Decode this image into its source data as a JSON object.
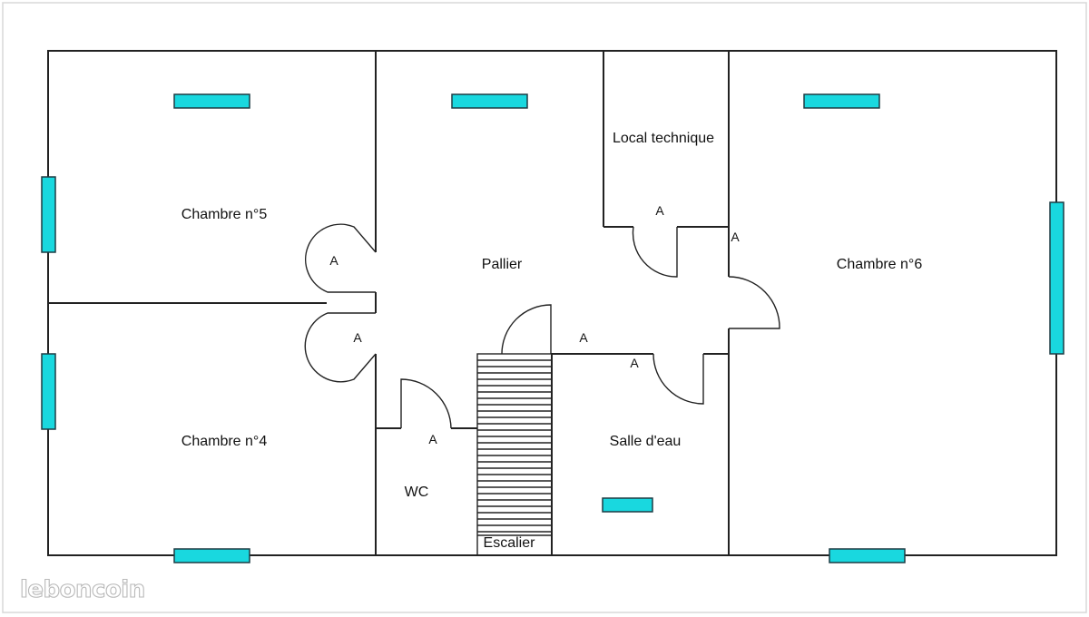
{
  "rooms": {
    "chambre5": "Chambre n°5",
    "chambre4": "Chambre n°4",
    "pallier": "Pallier",
    "local_technique": "Local technique",
    "chambre6": "Chambre n°6",
    "salle_eau": "Salle d'eau",
    "wc": "WC",
    "escalier": "Escalier"
  },
  "door_marker": "A",
  "watermark": "leboncoin",
  "colors": {
    "window_fill": "#19d8df",
    "wall": "#222222"
  }
}
